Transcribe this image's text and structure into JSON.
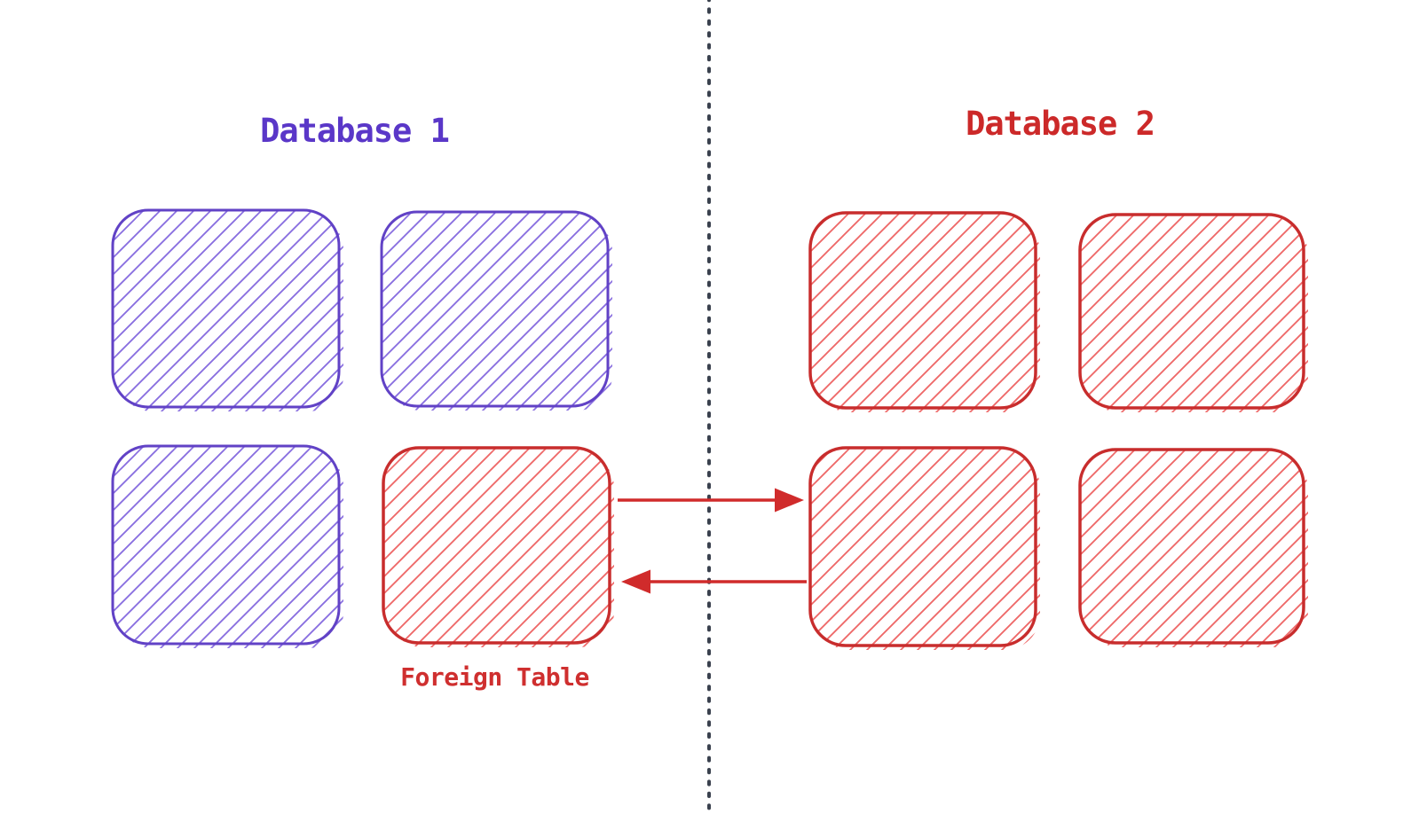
{
  "diagram": {
    "type": "two-database-foreign-table-diagram",
    "background_color": "#ffffff",
    "left": {
      "title": "Database 1",
      "title_color": "#5a37c8",
      "box_border_color": "#6142c6",
      "box_hatch_color": "#8a70e0",
      "box_count": 4,
      "boxes": [
        {
          "position": "top-left",
          "style": "purple-hatched"
        },
        {
          "position": "top-right",
          "style": "purple-hatched"
        },
        {
          "position": "bottom-left",
          "style": "purple-hatched"
        },
        {
          "position": "bottom-right",
          "style": "red-hatched",
          "is_foreign_table": true
        }
      ]
    },
    "right": {
      "title": "Database 2",
      "title_color": "#cc2929",
      "box_border_color": "#c82d2d",
      "box_hatch_color": "#ee6a6a",
      "box_count": 4,
      "boxes": [
        {
          "position": "top-left",
          "style": "red-hatched"
        },
        {
          "position": "top-right",
          "style": "red-hatched"
        },
        {
          "position": "bottom-left",
          "style": "red-hatched"
        },
        {
          "position": "bottom-right",
          "style": "red-hatched"
        }
      ]
    },
    "foreign_table": {
      "label": "Foreign Table",
      "label_color": "#cf2f2f"
    },
    "divider": {
      "style": "vertical-dotted-line",
      "color": "#3a414e"
    },
    "arrows": [
      {
        "direction": "right",
        "from": "foreign-table-box",
        "to": "db2-bottom-left-box",
        "color": "#d02b2b"
      },
      {
        "direction": "left",
        "from": "db2-bottom-left-box",
        "to": "foreign-table-box",
        "color": "#d02b2b"
      }
    ]
  }
}
